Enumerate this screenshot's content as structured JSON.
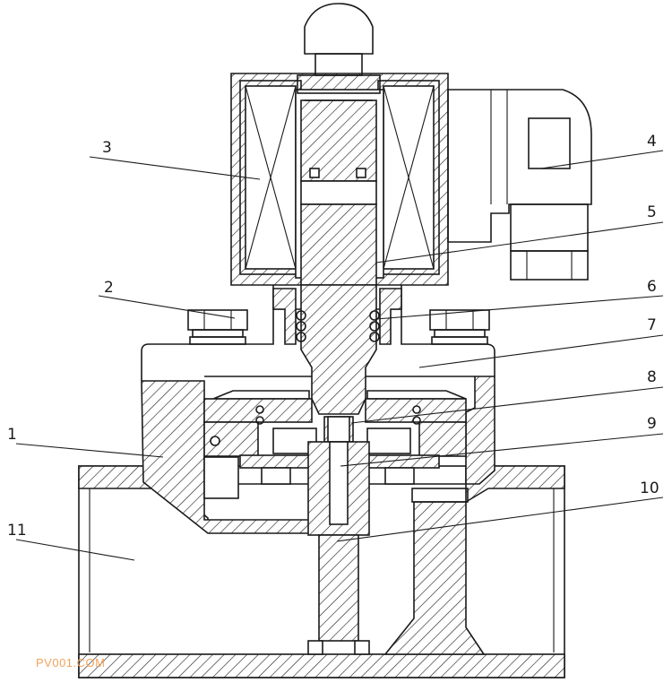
{
  "callouts": [
    {
      "id": "1",
      "label": "1"
    },
    {
      "id": "2",
      "label": "2"
    },
    {
      "id": "3",
      "label": "3"
    },
    {
      "id": "4",
      "label": "4"
    },
    {
      "id": "5",
      "label": "5"
    },
    {
      "id": "6",
      "label": "6"
    },
    {
      "id": "7",
      "label": "7"
    },
    {
      "id": "8",
      "label": "8"
    },
    {
      "id": "9",
      "label": "9"
    },
    {
      "id": "10",
      "label": "10"
    },
    {
      "id": "11",
      "label": "11"
    }
  ],
  "watermark": "PV001.COM",
  "colors": {
    "line": "#1a1a1a",
    "watermark": "#f2a35c",
    "background": "#ffffff"
  }
}
